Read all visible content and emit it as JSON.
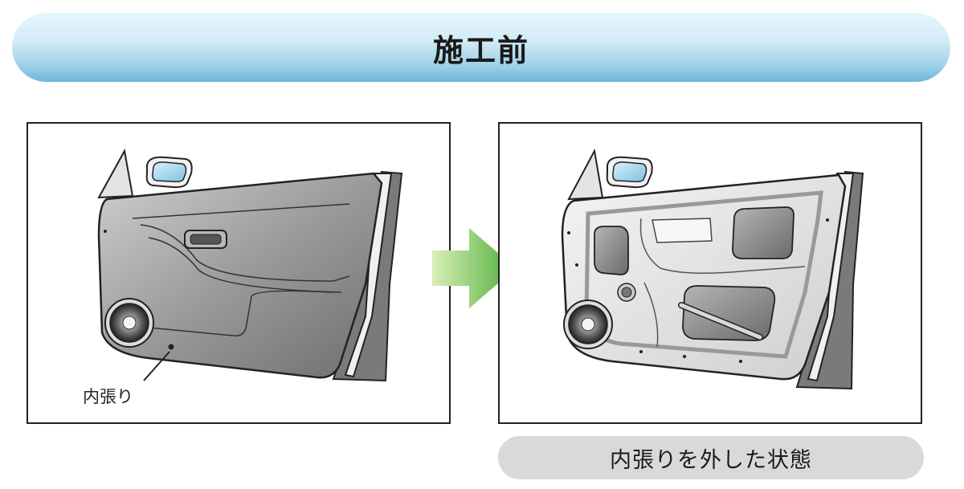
{
  "header": {
    "title": "施工前"
  },
  "left_panel": {
    "callout_label": "内張り"
  },
  "right_panel": {
    "caption": "内張りを外した状態"
  },
  "colors": {
    "banner_top": "#e6f6fc",
    "banner_bottom": "#6fb3dc",
    "arrow_light": "#d9efb8",
    "arrow_dark": "#4fae3a",
    "trim_panel": "#8f8f8f",
    "metal_panel": "#e8e8e8",
    "caption_bg": "#d9d9d9"
  }
}
